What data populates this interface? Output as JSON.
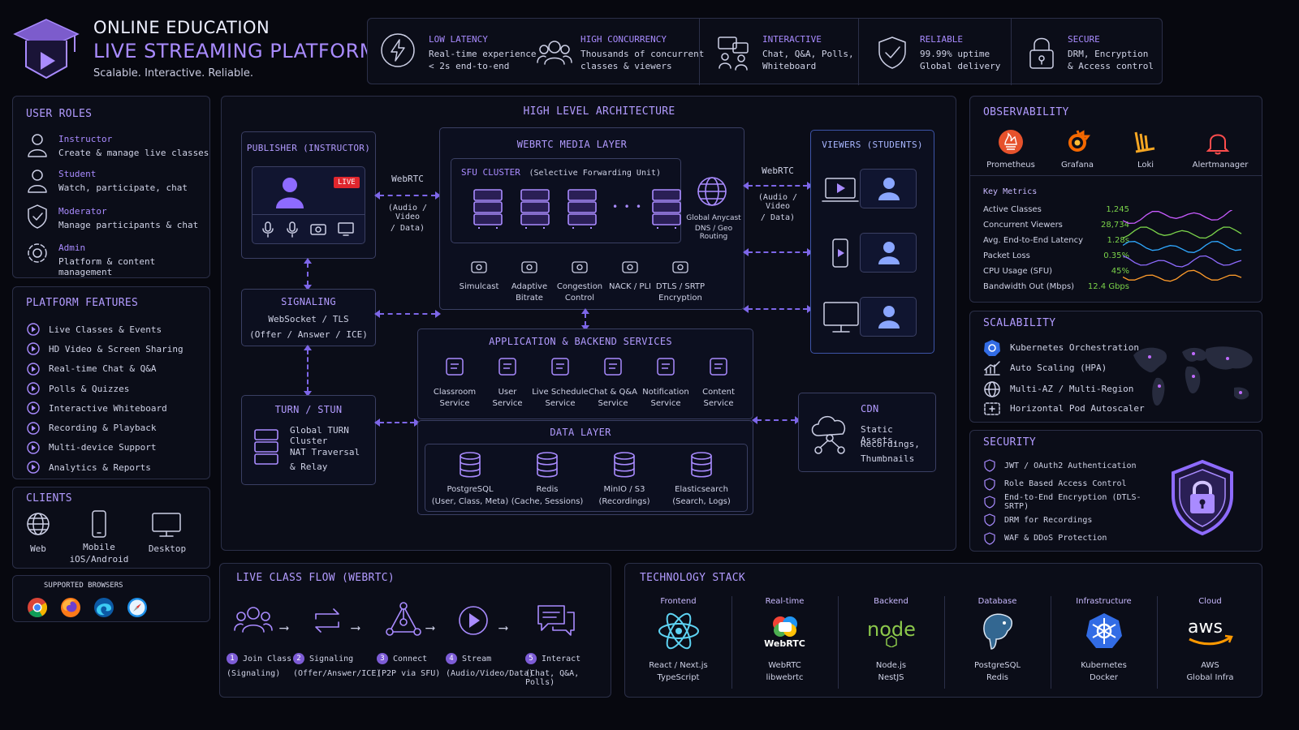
{
  "header": {
    "title_line1": "ONLINE EDUCATION",
    "title_line2": "LIVE STREAMING PLATFORM",
    "tagline": "Scalable. Interactive. Reliable."
  },
  "features_bar": [
    {
      "title": "LOW LATENCY",
      "line1": "Real-time experience",
      "line2": "< 2s end-to-end",
      "icon": "lightning-icon"
    },
    {
      "title": "HIGH CONCURRENCY",
      "line1": "Thousands of concurrent",
      "line2": "classes & viewers",
      "icon": "users-icon"
    },
    {
      "title": "INTERACTIVE",
      "line1": "Chat, Q&A, Polls,",
      "line2": "Whiteboard",
      "icon": "chat-icon"
    },
    {
      "title": "RELIABLE",
      "line1": "99.99% uptime",
      "line2": "Global delivery",
      "icon": "shield-check-icon"
    },
    {
      "title": "SECURE",
      "line1": "DRM, Encryption",
      "line2": "& Access control",
      "icon": "lock-icon"
    }
  ],
  "user_roles": {
    "title": "USER ROLES",
    "items": [
      {
        "name": "Instructor",
        "desc": "Create & manage live classes"
      },
      {
        "name": "Student",
        "desc": "Watch, participate, chat"
      },
      {
        "name": "Moderator",
        "desc": "Manage participants & chat"
      },
      {
        "name": "Admin",
        "desc": "Platform & content management"
      }
    ]
  },
  "platform_features": {
    "title": "PLATFORM FEATURES",
    "items": [
      "Live Classes & Events",
      "HD Video & Screen Sharing",
      "Real-time Chat & Q&A",
      "Polls & Quizzes",
      "Interactive Whiteboard",
      "Recording & Playback",
      "Multi-device Support",
      "Analytics & Reports"
    ]
  },
  "clients": {
    "title": "CLIENTS",
    "web": "Web",
    "mobile1": "Mobile",
    "mobile2": "iOS/Android",
    "desktop": "Desktop"
  },
  "browsers": {
    "title": "SUPPORTED BROWSERS"
  },
  "architecture": {
    "title": "HIGH LEVEL ARCHITECTURE",
    "publisher": {
      "title": "PUBLISHER (INSTRUCTOR)",
      "live_badge": "LIVE"
    },
    "webrtc_left": {
      "label": "WebRTC",
      "sub1": "(Audio / Video",
      "sub2": "/ Data)"
    },
    "media_layer": {
      "title": "WEBRTC MEDIA LAYER",
      "sfu_title": "SFU CLUSTER",
      "sfu_sub": "(Selective Forwarding Unit)",
      "dots": "• • •",
      "anycast1": "Global Anycast",
      "anycast2": "DNS / Geo Routing",
      "features": [
        {
          "l1": "Simulcast",
          "l2": ""
        },
        {
          "l1": "Adaptive",
          "l2": "Bitrate"
        },
        {
          "l1": "Congestion",
          "l2": "Control"
        },
        {
          "l1": "NACK / PLI",
          "l2": ""
        },
        {
          "l1": "DTLS / SRTP",
          "l2": "Encryption"
        }
      ]
    },
    "webrtc_right": {
      "label": "WebRTC",
      "sub1": "(Audio / Video",
      "sub2": "/ Data)"
    },
    "viewers": {
      "title": "VIEWERS (STUDENTS)"
    },
    "signaling": {
      "title": "SIGNALING",
      "l1": "WebSocket / TLS",
      "l2": "(Offer / Answer / ICE)"
    },
    "turn": {
      "title": "TURN / STUN",
      "l1": "Global TURN Cluster",
      "l2": "NAT Traversal",
      "l3": "& Relay"
    },
    "app_services": {
      "title": "APPLICATION & BACKEND SERVICES",
      "items": [
        {
          "l1": "Classroom",
          "l2": "Service"
        },
        {
          "l1": "User",
          "l2": "Service"
        },
        {
          "l1": "Live Schedule",
          "l2": "Service"
        },
        {
          "l1": "Chat & Q&A",
          "l2": "Service"
        },
        {
          "l1": "Notification",
          "l2": "Service"
        },
        {
          "l1": "Content",
          "l2": "Service"
        }
      ]
    },
    "data_layer": {
      "title": "DATA LAYER",
      "items": [
        {
          "l1": "PostgreSQL",
          "l2": "(User, Class, Meta)"
        },
        {
          "l1": "Redis",
          "l2": "(Cache, Sessions)"
        },
        {
          "l1": "MinIO / S3",
          "l2": "(Recordings)"
        },
        {
          "l1": "Elasticsearch",
          "l2": "(Search, Logs)"
        }
      ]
    },
    "cdn": {
      "title": "CDN",
      "l1": "Static Assets,",
      "l2": "Recordings,",
      "l3": "Thumbnails"
    }
  },
  "observability": {
    "title": "OBSERVABILITY",
    "tools": [
      "Prometheus",
      "Grafana",
      "Loki",
      "Alertmanager"
    ],
    "metrics_title": "Key Metrics",
    "metrics": [
      {
        "label": "Active Classes",
        "value": "1,245"
      },
      {
        "label": "Concurrent Viewers",
        "value": "28,734"
      },
      {
        "label": "Avg. End-to-End Latency",
        "value": "1.28s"
      },
      {
        "label": "Packet Loss",
        "value": "0.35%"
      },
      {
        "label": "CPU Usage (SFU)",
        "value": "45%"
      },
      {
        "label": "Bandwidth Out (Mbps)",
        "value": "12.4 Gbps"
      }
    ],
    "spark_colors": [
      "#c85bff",
      "#7bd34a",
      "#2fa8ff",
      "#8e6bff",
      "#ff9c2b"
    ]
  },
  "scalability": {
    "title": "SCALABILITY",
    "items": [
      "Kubernetes Orchestration",
      "Auto Scaling (HPA)",
      "Multi-AZ / Multi-Region",
      "Horizontal Pod Autoscaler"
    ]
  },
  "security": {
    "title": "SECURITY",
    "items": [
      "JWT / OAuth2 Authentication",
      "Role Based Access Control",
      "End-to-End Encryption (DTLS-SRTP)",
      "DRM for Recordings",
      "WAF & DDoS Protection"
    ]
  },
  "flow": {
    "title": "LIVE CLASS FLOW (WEBRTC)",
    "steps": [
      {
        "num": "1",
        "l1": "Join Class",
        "l2": "(Signaling)"
      },
      {
        "num": "2",
        "l1": "Signaling",
        "l2": "(Offer/Answer/ICE)"
      },
      {
        "num": "3",
        "l1": "Connect",
        "l2": "(P2P via SFU)"
      },
      {
        "num": "4",
        "l1": "Stream",
        "l2": "(Audio/Video/Data)"
      },
      {
        "num": "5",
        "l1": "Interact",
        "l2": "(Chat, Q&A, Polls)"
      }
    ]
  },
  "tech_stack": {
    "title": "TECHNOLOGY STACK",
    "columns": [
      {
        "head": "Frontend",
        "l1": "React / Next.js",
        "l2": "TypeScript"
      },
      {
        "head": "Real-time",
        "l1": "WebRTC",
        "l2": "libwebrtc",
        "logo": "WebRTC"
      },
      {
        "head": "Backend",
        "l1": "Node.js",
        "l2": "NestJS",
        "logo": "node"
      },
      {
        "head": "Database",
        "l1": "PostgreSQL",
        "l2": "Redis"
      },
      {
        "head": "Infrastructure",
        "l1": "Kubernetes",
        "l2": "Docker"
      },
      {
        "head": "Cloud",
        "l1": "AWS",
        "l2": "Global Infra",
        "logo": "aws"
      }
    ]
  },
  "colors": {
    "accent": "#a98bff",
    "background": "#07080f",
    "live": "#e0262d",
    "metric_green": "#7bd34a"
  }
}
